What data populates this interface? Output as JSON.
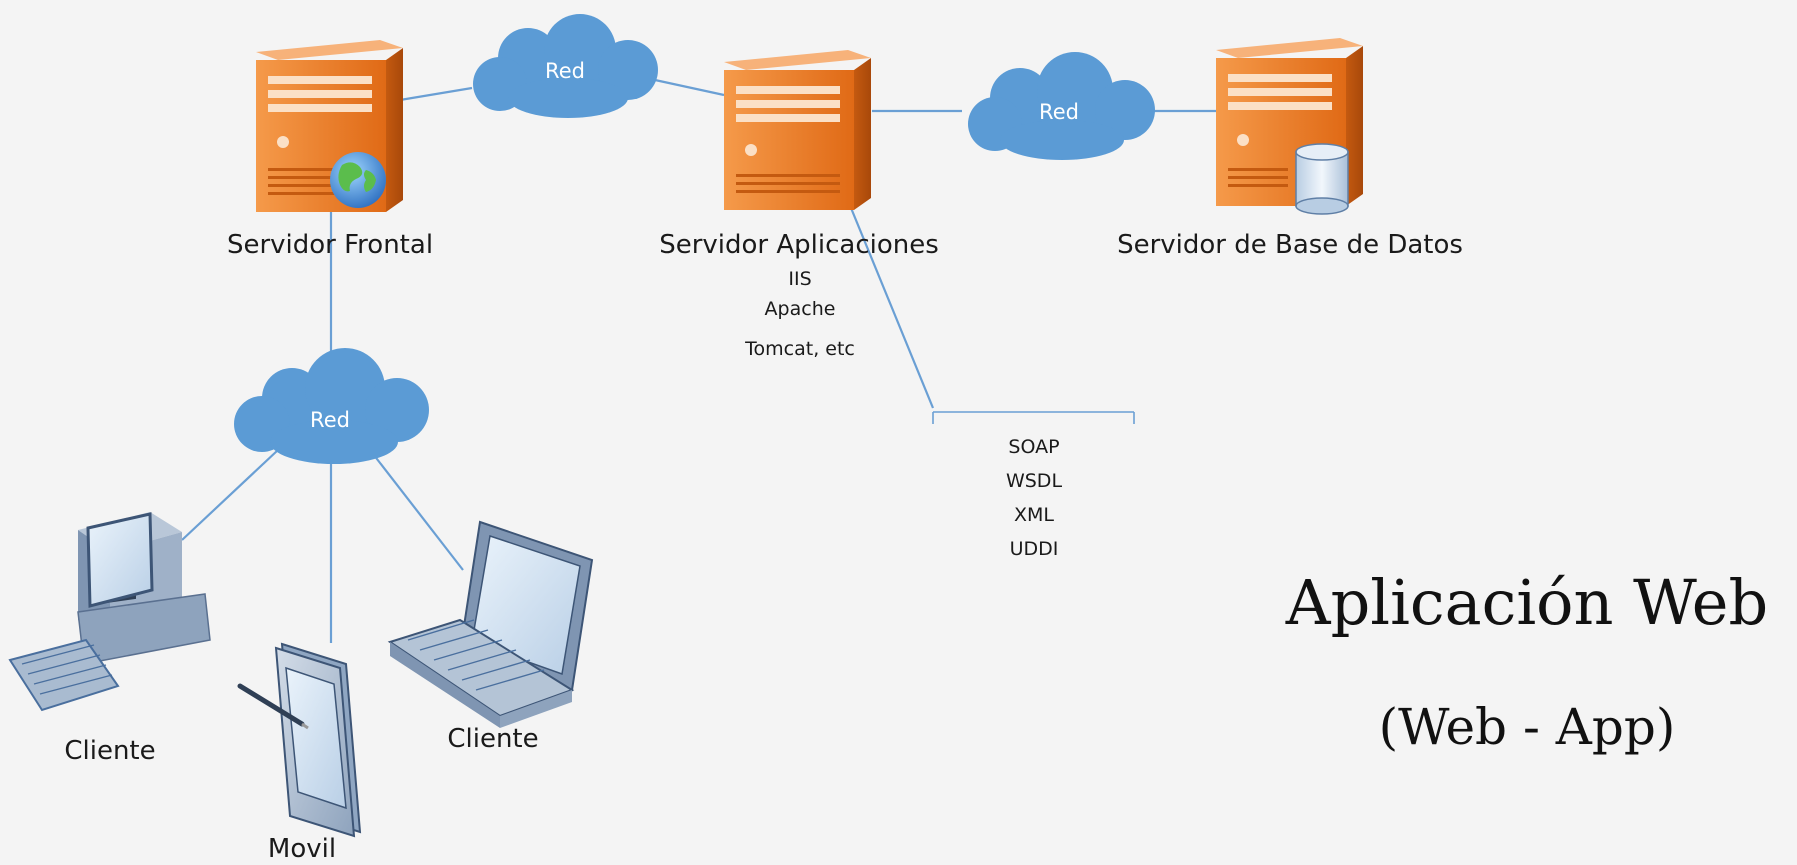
{
  "title": "Aplicación Web",
  "subtitle": "(Web - App)",
  "networks": {
    "top_left": "Red",
    "top_right": "Red",
    "client": "Red"
  },
  "nodes": {
    "front_server": "Servidor Frontal",
    "app_server": "Servidor Aplicaciones",
    "db_server": "Servidor de Base de Datos",
    "client_desktop": "Cliente",
    "mobile": "Movil",
    "client_laptop": "Cliente"
  },
  "app_server_tech": [
    "IIS",
    "Apache",
    "Tomcat, etc"
  ],
  "web_services": [
    "SOAP",
    "WSDL",
    "XML",
    "UDDI"
  ],
  "colors": {
    "server_orange": "#e8731f",
    "cloud_blue": "#5b9bd5",
    "connector_blue": "#6a9fd4",
    "device_blue": "#4a6f9e"
  }
}
